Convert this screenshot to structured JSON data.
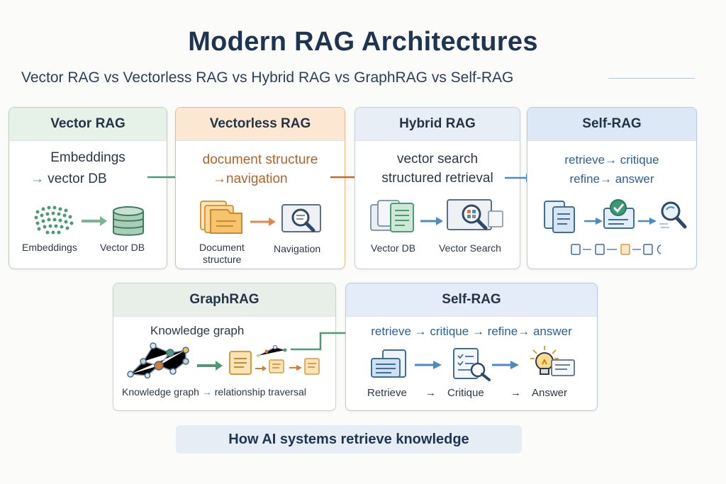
{
  "title": "Modern RAG Architectures",
  "subtitle": "Vector RAG vs Vectorless RAG vs Hybrid RAG vs GraphRAG vs Self-RAG",
  "cards": {
    "vector": {
      "title": "Vector RAG",
      "line1": "Embeddings",
      "line2": "vector DB",
      "label1": "Embeddings",
      "label2": "Vector DB"
    },
    "vectorless": {
      "title": "Vectorless RAG",
      "line1": "document structure",
      "line2": "navigation",
      "label1a": "Document",
      "label1b": "structure",
      "label2": "Navigation"
    },
    "hybrid": {
      "title": "Hybrid RAG",
      "line1": "vector search",
      "line2": "structured retrieval",
      "label1": "Vector DB",
      "label2": "Vector Search"
    },
    "selfrag_top": {
      "title": "Self-RAG",
      "line1": "retrieve",
      "line1b": "critique",
      "line2": "refine",
      "line2b": "answer"
    },
    "graphrag": {
      "title": "GraphRAG",
      "line1": "Knowledge graph",
      "label1": "Knowledge graph",
      "label2": "relationship traversal"
    },
    "selfrag_bottom": {
      "title": "Self-RAG",
      "steps": [
        "retrieve",
        "critique",
        "refine",
        "answer"
      ],
      "label1": "Retrieve",
      "label2": "Critique",
      "label3": "Answer"
    }
  },
  "footer": "How AI systems retrieve knowledge",
  "colors": {
    "title": "#1e3552",
    "green": "#4f9a76",
    "orange": "#d47a3a",
    "blue": "#4a8bc4"
  }
}
